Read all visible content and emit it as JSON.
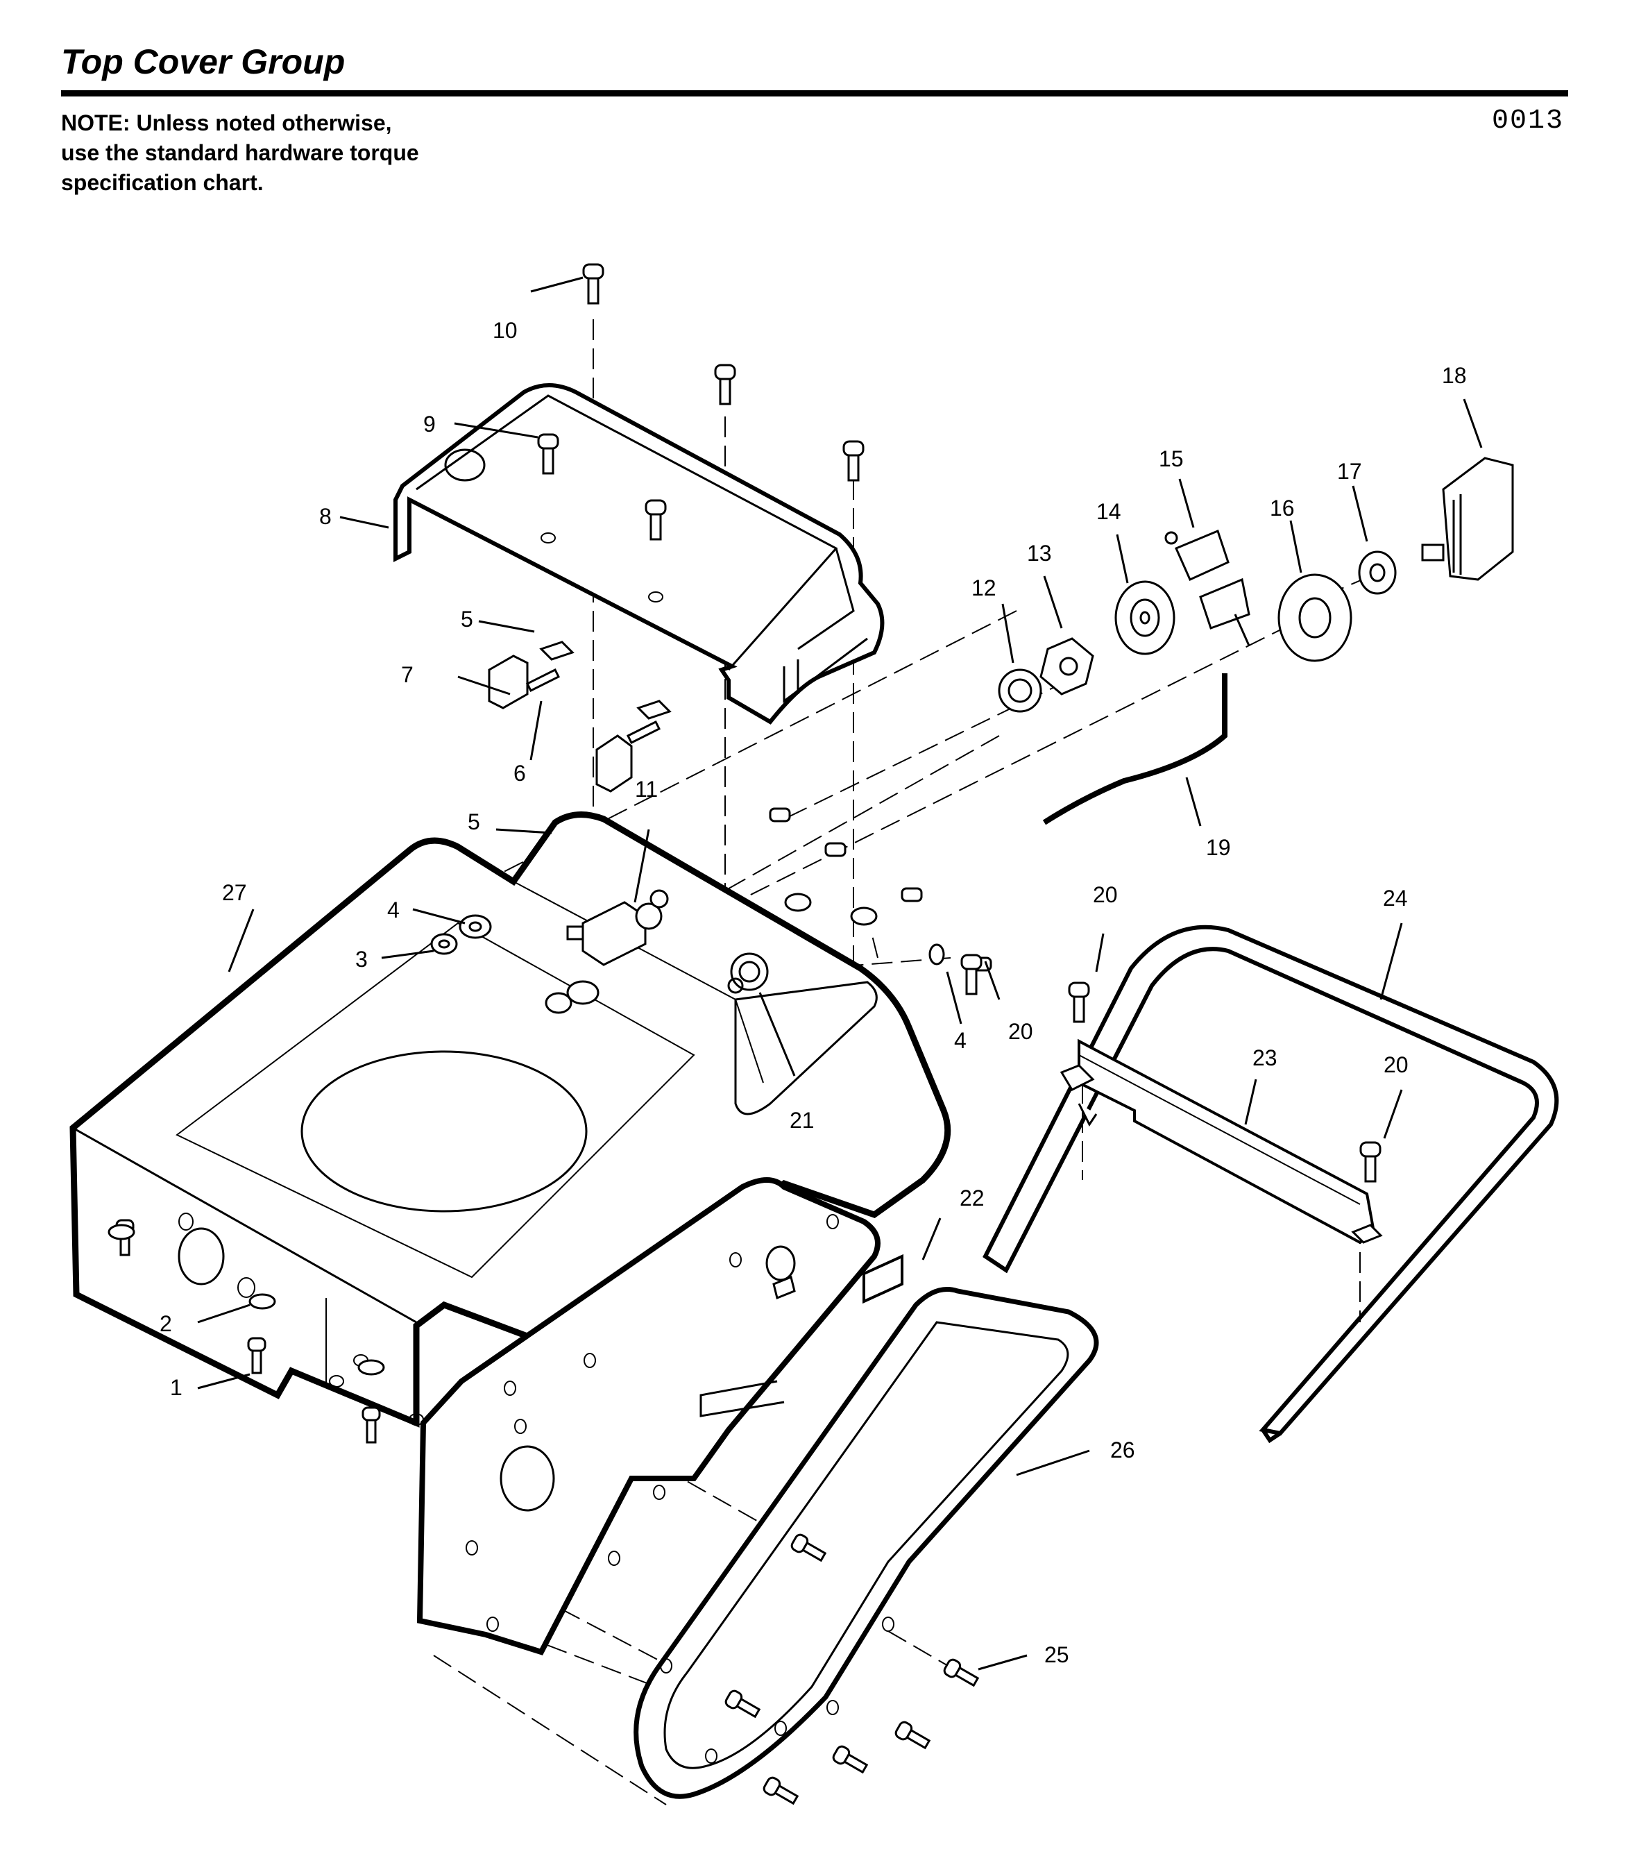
{
  "header": {
    "title": "Top Cover Group",
    "note_lines": [
      "NOTE: Unless noted otherwise,",
      "use the standard hardware torque",
      "specification chart."
    ],
    "code": "0013"
  },
  "callouts": [
    {
      "id": "c1",
      "label": "1"
    },
    {
      "id": "c2",
      "label": "2"
    },
    {
      "id": "c3",
      "label": "3"
    },
    {
      "id": "c4a",
      "label": "4"
    },
    {
      "id": "c4b",
      "label": "4"
    },
    {
      "id": "c5a",
      "label": "5"
    },
    {
      "id": "c5b",
      "label": "5"
    },
    {
      "id": "c6",
      "label": "6"
    },
    {
      "id": "c7",
      "label": "7"
    },
    {
      "id": "c8",
      "label": "8"
    },
    {
      "id": "c9",
      "label": "9"
    },
    {
      "id": "c10",
      "label": "10"
    },
    {
      "id": "c11",
      "label": "11"
    },
    {
      "id": "c12",
      "label": "12"
    },
    {
      "id": "c13",
      "label": "13"
    },
    {
      "id": "c14",
      "label": "14"
    },
    {
      "id": "c15",
      "label": "15"
    },
    {
      "id": "c16",
      "label": "16"
    },
    {
      "id": "c17",
      "label": "17"
    },
    {
      "id": "c18",
      "label": "18"
    },
    {
      "id": "c19",
      "label": "19"
    },
    {
      "id": "c20a",
      "label": "20"
    },
    {
      "id": "c20b",
      "label": "20"
    },
    {
      "id": "c20c",
      "label": "20"
    },
    {
      "id": "c21",
      "label": "21"
    },
    {
      "id": "c22",
      "label": "22"
    },
    {
      "id": "c23",
      "label": "23"
    },
    {
      "id": "c24",
      "label": "24"
    },
    {
      "id": "c25",
      "label": "25"
    },
    {
      "id": "c26",
      "label": "26"
    },
    {
      "id": "c27",
      "label": "27"
    }
  ]
}
